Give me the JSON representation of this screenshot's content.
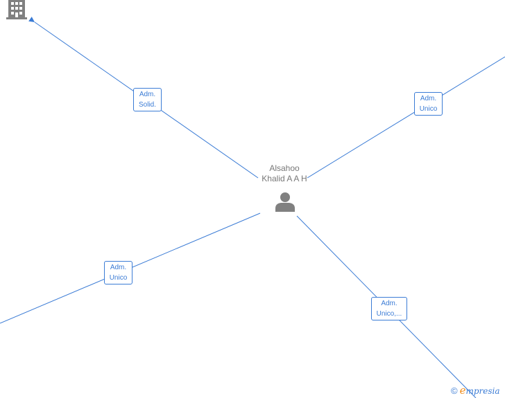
{
  "center_person": {
    "name_line1": "Alsahoo",
    "name_line2": "Khalid A A H",
    "icon": "person-icon"
  },
  "relations": [
    {
      "line1": "Adm.",
      "line2": "Solid."
    },
    {
      "line1": "Adm.",
      "line2": "Unico"
    },
    {
      "line1": "Adm.",
      "line2": "Unico"
    },
    {
      "line1": "Adm.",
      "line2": "Unico,..."
    }
  ],
  "company_node": {
    "icon": "building-icon"
  },
  "watermark": {
    "copyright": "©",
    "brand_first": "e",
    "brand_rest": "mpresia"
  },
  "colors": {
    "accent": "#3a7bd5",
    "icon": "#808080",
    "label": "#777777",
    "brand_e": "#f08c1a"
  }
}
